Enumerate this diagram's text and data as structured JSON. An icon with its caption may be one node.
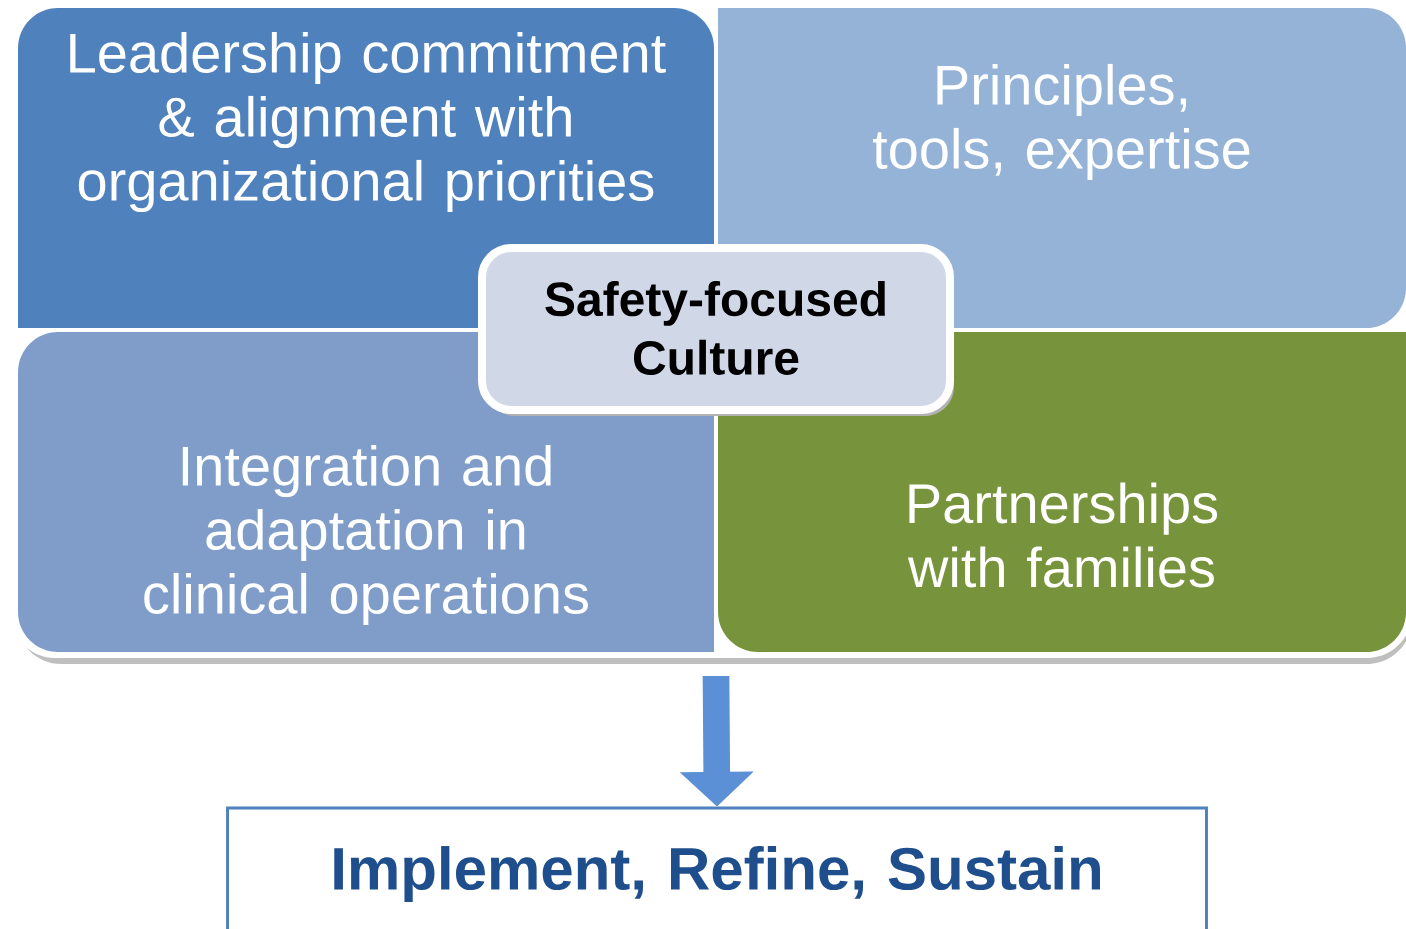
{
  "diagram": {
    "nodes": [
      {
        "text": [
          "Leadership commitment & alignment with organizational priorities"
        ]
      },
      {
        "text": [
          "Principles, tools, expertise"
        ]
      },
      {
        "text": [
          "Safety-focused Culture"
        ]
      },
      {
        "text": [
          "Integration and adaptation in clinical operations"
        ]
      },
      {
        "text": [
          "Partnerships with families"
        ]
      },
      {
        "text": [
          "Implement, Refine, Sustain"
        ]
      }
    ],
    "edges": [
      {
        "from": null,
        "to": 5,
        "arrow": "to"
      }
    ]
  }
}
